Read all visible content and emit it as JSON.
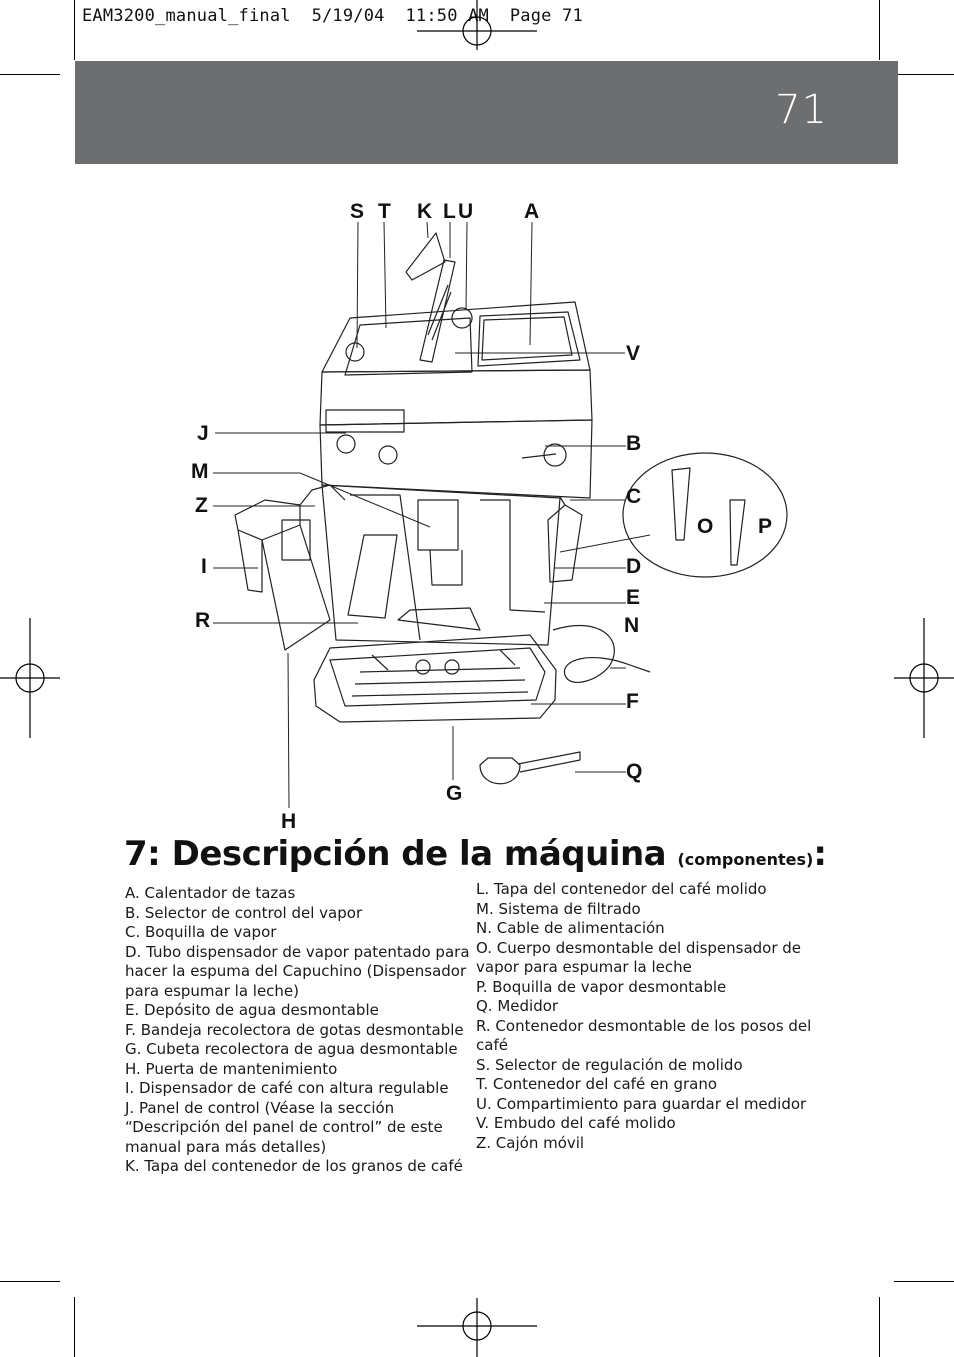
{
  "printer_line": "EAM3200_manual_final  5/19/04  11:50 AM  Page 71",
  "page_number": "71",
  "callouts": {
    "S": "S",
    "T": "T",
    "K": "K",
    "L": "L",
    "U": "U",
    "A": "A",
    "V": "V",
    "J": "J",
    "B": "B",
    "M": "M",
    "C": "C",
    "Z": "Z",
    "O": "O",
    "P": "P",
    "I": "I",
    "D": "D",
    "E": "E",
    "R": "R",
    "N": "N",
    "F": "F",
    "Q": "Q",
    "G": "G",
    "H": "H"
  },
  "title": {
    "main": "7: Descripción de la máquina",
    "sub": "(componentes)",
    "colon": ":"
  },
  "components_left": [
    "A. Calentador de tazas",
    "B. Selector de control del vapor",
    "C. Boquilla de vapor",
    "D. Tubo dispensador de vapor patentado para hacer la espuma del Capuchino (Dispensador para espumar la leche)",
    "E. Depósito de agua desmontable",
    "F. Bandeja recolectora de gotas desmontable",
    "G. Cubeta recolectora de agua desmontable",
    "H. Puerta de mantenimiento",
    "I. Dispensador de café con altura regulable",
    "J. Panel de control (Véase la sección “Descripción del panel de control” de este manual para más detalles)",
    "K. Tapa del contenedor de los granos de café"
  ],
  "components_right": [
    "L. Tapa del contenedor del café molido",
    "M. Sistema de filtrado",
    "N. Cable de alimentación",
    "O. Cuerpo desmontable del dispensador de vapor para espumar la leche",
    "P. Boquilla de vapor desmontable",
    "Q. Medidor",
    "R. Contenedor desmontable de los posos del café",
    "S. Selector de regulación de molido",
    "T. Contenedor del café en grano",
    "U. Compartimiento para guardar el medidor",
    "V. Embudo del café molido",
    "Z. Cajón móvil"
  ],
  "colors": {
    "header_band": "#6d6e70",
    "text": "#1a1a1a"
  }
}
